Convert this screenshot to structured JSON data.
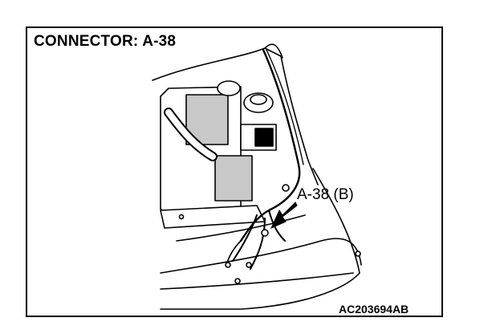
{
  "diagram": {
    "title": "CONNECTOR: A-38",
    "callout_label": "A-38 (B)",
    "figure_id": "AC203694AB"
  },
  "colors": {
    "ink": "#000000",
    "paper": "#ffffff",
    "shade": "#c8c8c8"
  }
}
